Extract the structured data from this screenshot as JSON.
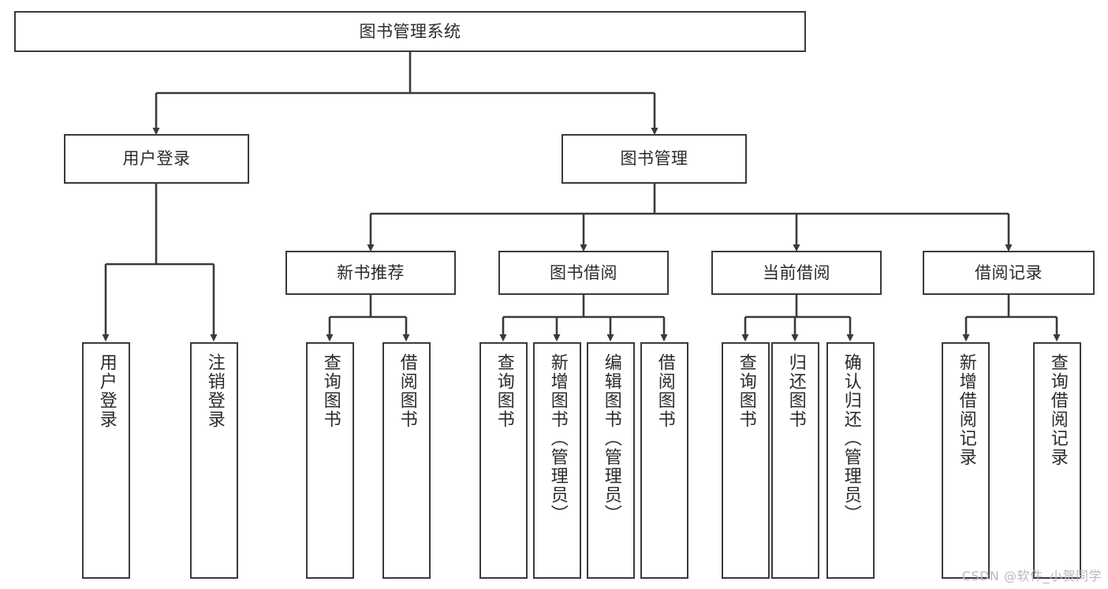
{
  "diagram": {
    "type": "tree-hierarchy-diagram",
    "title": "图书管理系统",
    "colors": {
      "background": "#ffffff",
      "box_border": "#3a3a3a",
      "box_fill": "#ffffff",
      "text": "#2b2b2b",
      "connector": "#3a3a3a",
      "watermark": "#b9b9b9"
    },
    "levels": {
      "root": {
        "label": "图书管理系统"
      },
      "level2": [
        {
          "id": "user-login",
          "label": "用户登录"
        },
        {
          "id": "book-management",
          "label": "图书管理"
        }
      ],
      "level3": [
        {
          "id": "new-book-recommend",
          "label": "新书推荐",
          "parent": "book-management"
        },
        {
          "id": "book-borrow",
          "label": "图书借阅",
          "parent": "book-management"
        },
        {
          "id": "current-borrow",
          "label": "当前借阅",
          "parent": "book-management"
        },
        {
          "id": "borrow-record",
          "label": "借阅记录",
          "parent": "book-management"
        }
      ],
      "leaves": [
        {
          "id": "leaf-user-login",
          "label": "用户登录",
          "parent": "user-login"
        },
        {
          "id": "leaf-logout-login",
          "label": "注销登录",
          "parent": "user-login"
        },
        {
          "id": "leaf-query-book-1",
          "label": "查询图书",
          "parent": "new-book-recommend"
        },
        {
          "id": "leaf-borrow-book-1",
          "label": "借阅图书",
          "parent": "new-book-recommend"
        },
        {
          "id": "leaf-query-book-2",
          "label": "查询图书",
          "parent": "book-borrow"
        },
        {
          "id": "leaf-add-book",
          "label": "新增图书（管理员）",
          "parent": "book-borrow"
        },
        {
          "id": "leaf-edit-book",
          "label": "编辑图书（管理员）",
          "parent": "book-borrow"
        },
        {
          "id": "leaf-borrow-book-2",
          "label": "借阅图书",
          "parent": "book-borrow"
        },
        {
          "id": "leaf-query-book-3",
          "label": "查询图书",
          "parent": "current-borrow"
        },
        {
          "id": "leaf-return-book",
          "label": "归还图书",
          "parent": "current-borrow"
        },
        {
          "id": "leaf-confirm-return",
          "label": "确认归还（管理员）",
          "parent": "current-borrow"
        },
        {
          "id": "leaf-add-record",
          "label": "新增借阅记录",
          "parent": "borrow-record"
        },
        {
          "id": "leaf-query-record",
          "label": "查询借阅记录",
          "parent": "borrow-record"
        }
      ]
    },
    "watermark": "CSDN @软件_小贺同学"
  }
}
